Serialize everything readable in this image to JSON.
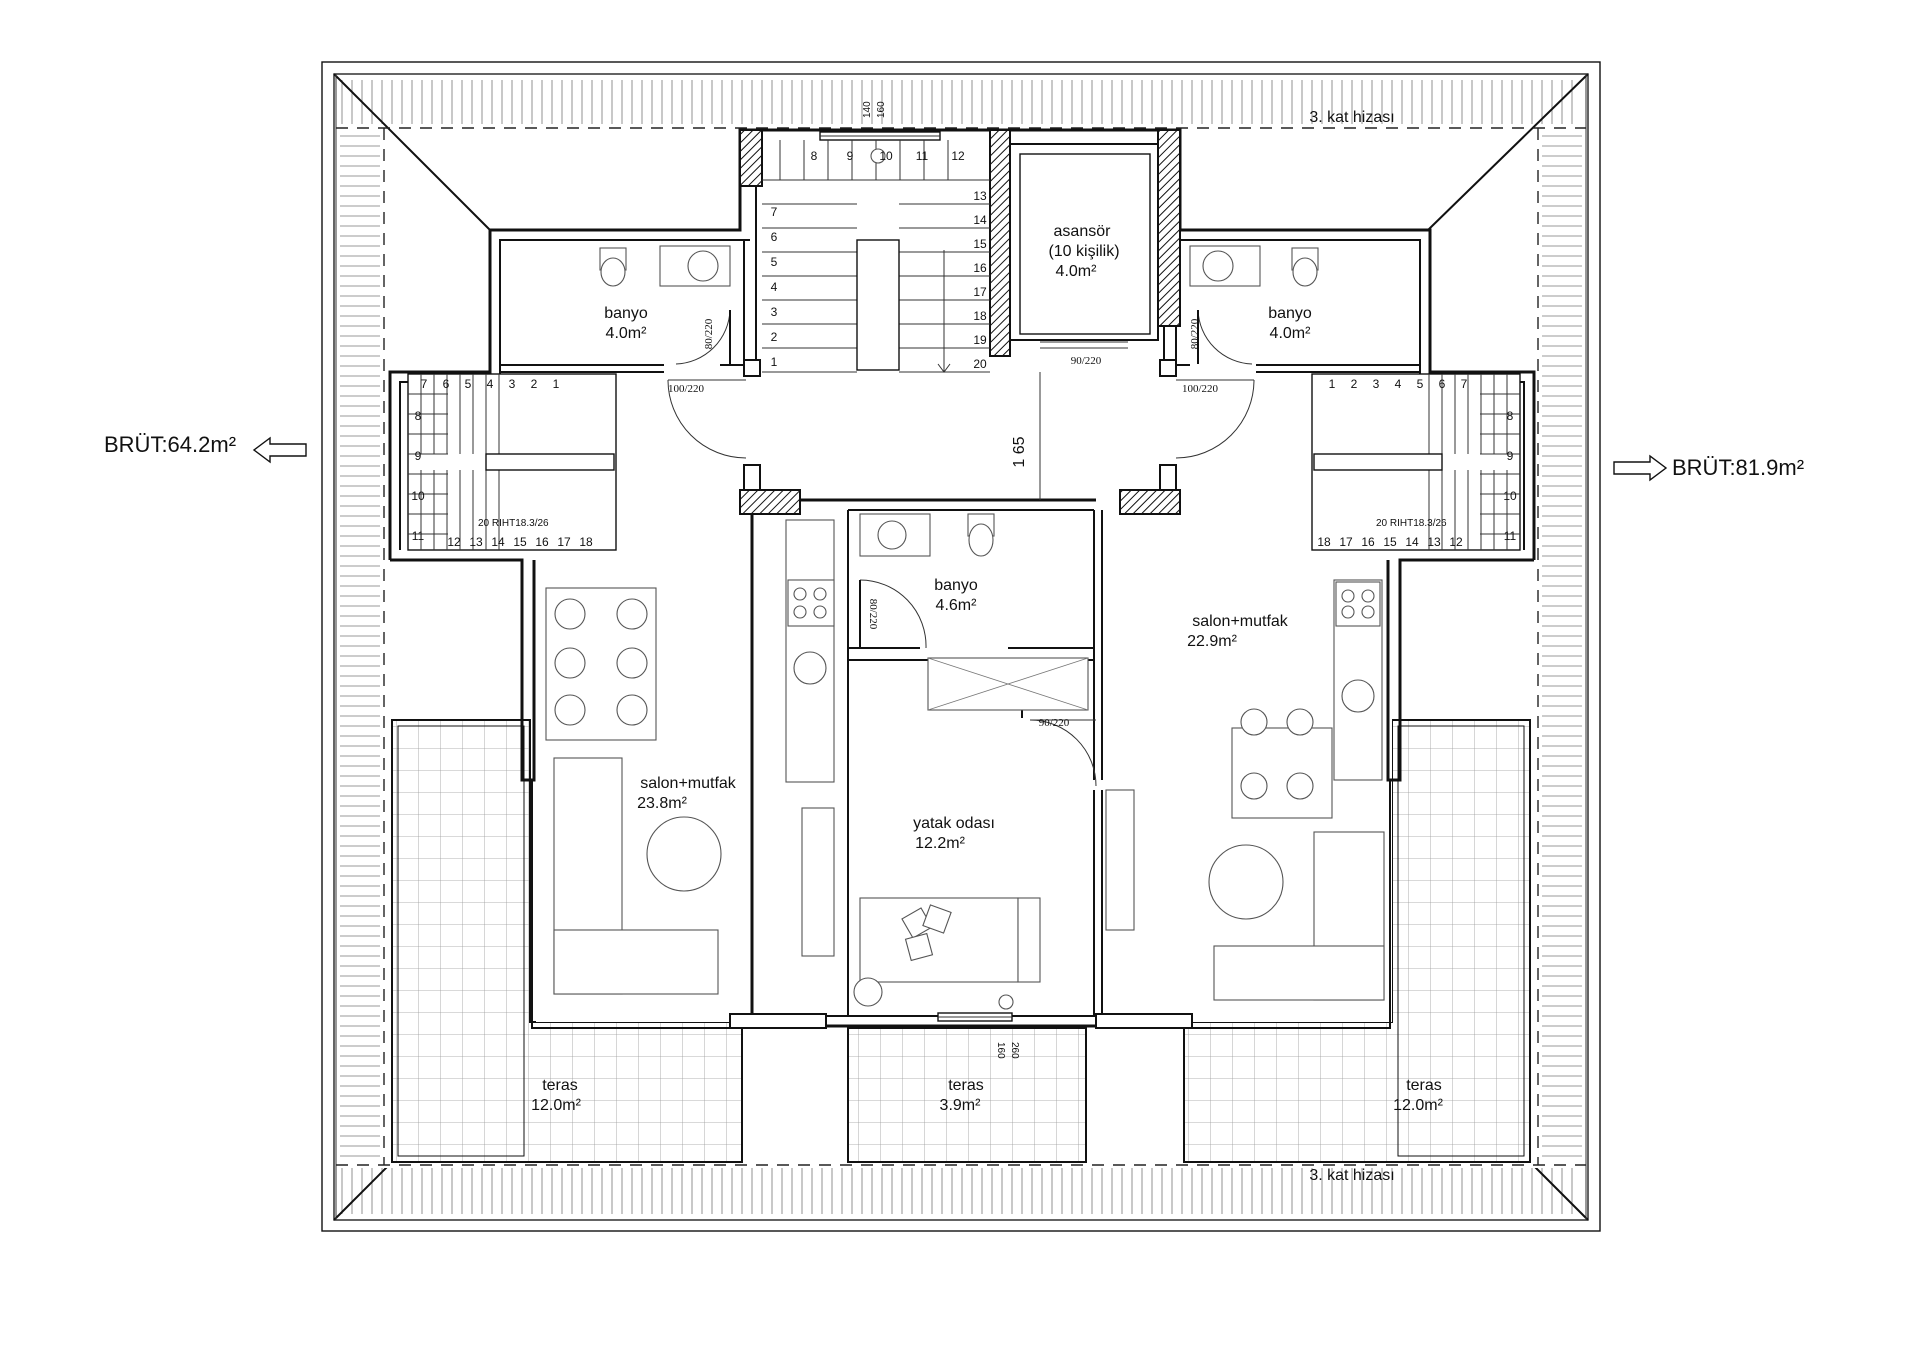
{
  "gross_areas": {
    "left": "BRÜT:64.2m²",
    "right": "BRÜT:81.9m²"
  },
  "level_notes": {
    "top": "3. kat hizası",
    "bottom": "3. kat hizası"
  },
  "rooms": {
    "elevator_name": "asansör",
    "elevator_capacity": "(10 kişilik)",
    "elevator_area": "4.0m²",
    "bath_left_name": "banyo",
    "bath_left_area": "4.0m²",
    "bath_right_name": "banyo",
    "bath_right_area": "4.0m²",
    "bath_center_name": "banyo",
    "bath_center_area": "4.6m²",
    "living_left_name": "salon+mutfak",
    "living_left_area": "23.8m²",
    "living_right_name": "salon+mutfak",
    "living_right_area": "22.9m²",
    "bedroom_name": "yatak odası",
    "bedroom_area": "12.2m²",
    "terrace_left_name": "teras",
    "terrace_left_area": "12.0m²",
    "terrace_center_name": "teras",
    "terrace_center_area": "3.9m²",
    "terrace_right_name": "teras",
    "terrace_right_area": "12.0m²"
  },
  "doors": {
    "elevator": "90/220",
    "bath_left": "80/220",
    "bath_right": "80/220",
    "bath_center": "80/220",
    "entry_left": "100/220",
    "entry_right": "100/220",
    "bedroom": "90/220"
  },
  "dimension_165": "1 65",
  "stair_riser_note": "20 RIHT18.3/26",
  "window_top": {
    "a": "140",
    "b": "160"
  },
  "window_bottom": {
    "a": "260",
    "b": "160"
  },
  "stair_numbers": {
    "main_left": [
      "1",
      "2",
      "3",
      "4",
      "5",
      "6",
      "7"
    ],
    "main_top": [
      "8",
      "9",
      "10",
      "11",
      "12"
    ],
    "main_right": [
      "13",
      "14",
      "15",
      "16",
      "17",
      "18",
      "19",
      "20"
    ],
    "left_top": [
      "7",
      "6",
      "5",
      "4",
      "3",
      "2",
      "1"
    ],
    "left_side": [
      "8",
      "9",
      "10",
      "11"
    ],
    "left_bottom": [
      "12",
      "13",
      "14",
      "15",
      "16",
      "17",
      "18"
    ],
    "right_top": [
      "1",
      "2",
      "3",
      "4",
      "5",
      "6",
      "7"
    ],
    "right_side": [
      "8",
      "9",
      "10",
      "11"
    ],
    "right_bottom": [
      "18",
      "17",
      "16",
      "15",
      "14",
      "13",
      "12"
    ]
  }
}
